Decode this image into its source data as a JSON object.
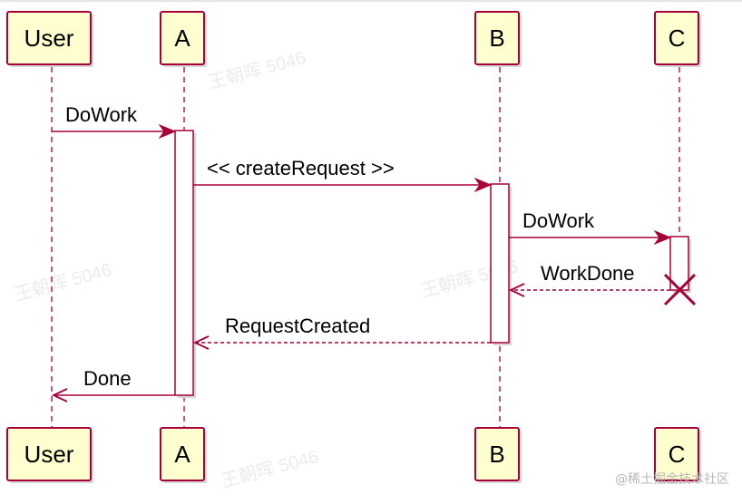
{
  "participants": [
    {
      "id": "user",
      "label": "User"
    },
    {
      "id": "a",
      "label": "A"
    },
    {
      "id": "b",
      "label": "B"
    },
    {
      "id": "c",
      "label": "C"
    }
  ],
  "messages": [
    {
      "id": "m1",
      "label": "DoWork",
      "from": "User",
      "to": "A",
      "style": "solid"
    },
    {
      "id": "m2",
      "label": "<< createRequest >>",
      "from": "A",
      "to": "B",
      "style": "solid"
    },
    {
      "id": "m3",
      "label": "DoWork",
      "from": "B",
      "to": "C",
      "style": "solid"
    },
    {
      "id": "m4",
      "label": "WorkDone",
      "from": "C",
      "to": "B",
      "style": "dashed"
    },
    {
      "id": "m5",
      "label": "RequestCreated",
      "from": "B",
      "to": "A",
      "style": "dashed"
    },
    {
      "id": "m6",
      "label": "Done",
      "from": "A",
      "to": "User",
      "style": "solid"
    }
  ],
  "watermark": {
    "text": "王朝晖 5046"
  },
  "credit": {
    "text": "@稀土掘金技术社区"
  },
  "colors": {
    "participant_fill": "#fefece",
    "line": "#a80036",
    "text": "#000000"
  }
}
